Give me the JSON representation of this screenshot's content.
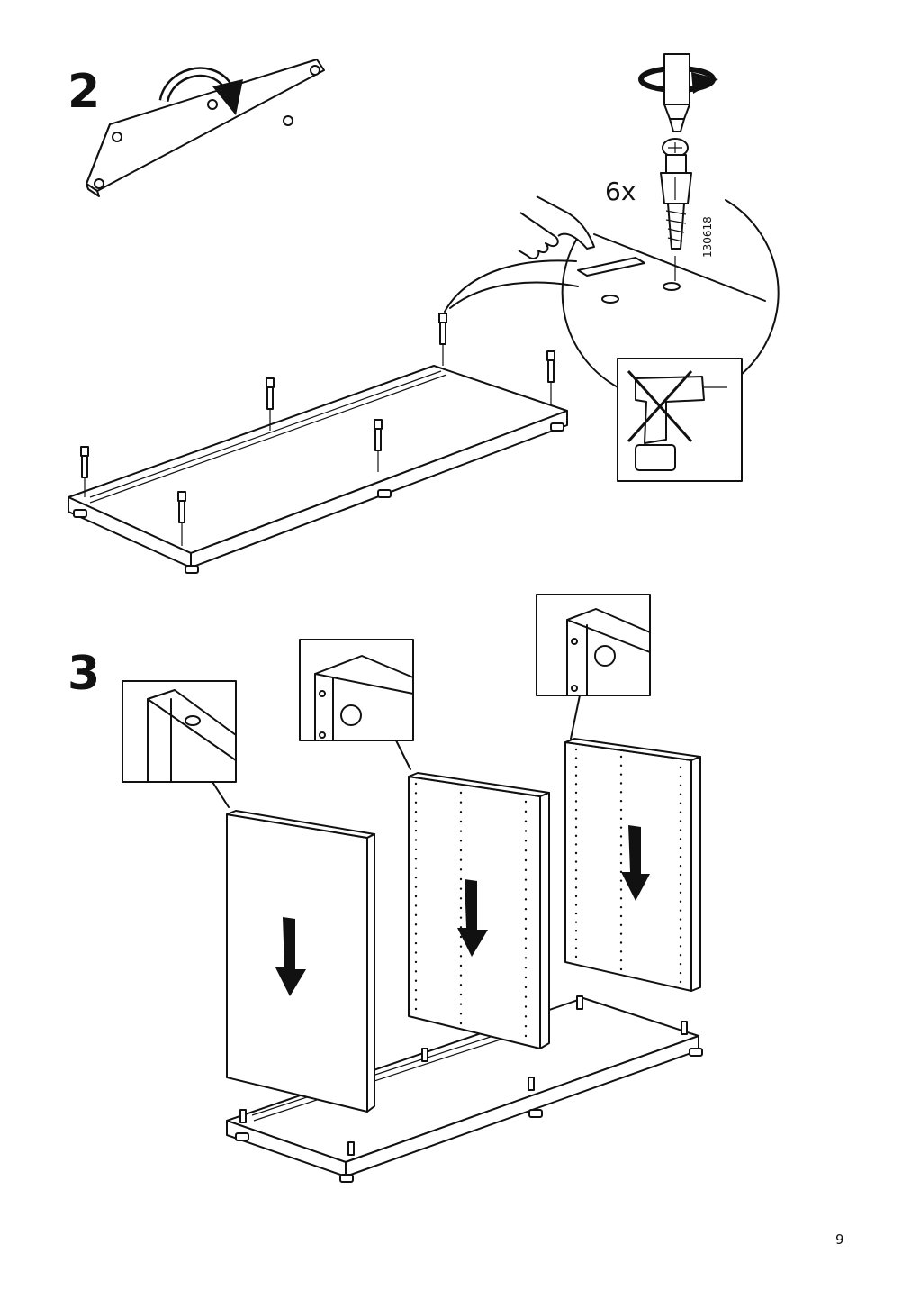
{
  "page": {
    "number": "9"
  },
  "step2": {
    "number": "2",
    "quantity": "6x",
    "part_number": "130618",
    "icons": [
      "flip-arrow-icon",
      "rotate-arrow-icon",
      "screwdriver-icon",
      "finger-press-icon",
      "no-power-drill-icon"
    ]
  },
  "step3": {
    "number": "3",
    "icons": [
      "down-arrow-icon"
    ]
  }
}
